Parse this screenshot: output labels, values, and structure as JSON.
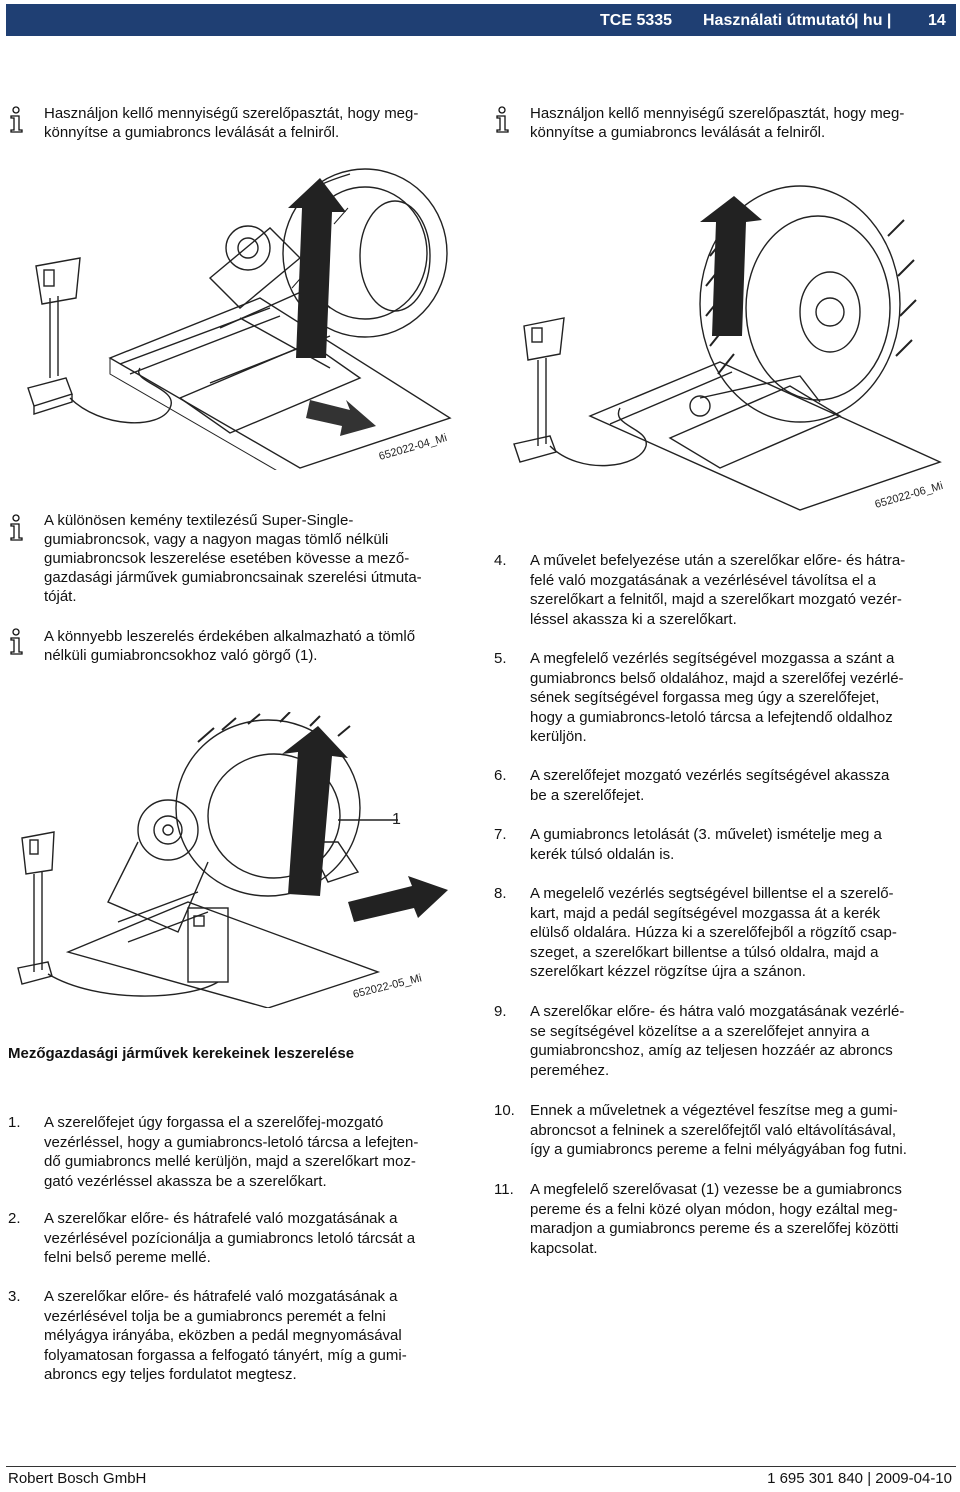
{
  "header": {
    "model": "TCE 5335",
    "title": "Használati útmutató",
    "lang": "| hu |",
    "page": "14"
  },
  "notes": {
    "left_top": {
      "line1": "Használjon kellő mennyiségű szerelőpasztát, hogy meg-",
      "line2": "könnyítse a gumiabroncs leválását a felniről."
    },
    "right_top": {
      "line1": "Használjon kellő mennyiségű szerelőpasztát, hogy meg-",
      "line2": "könnyítse a gumiabroncs leválását a felniről."
    },
    "super_single": {
      "line1": "A különösen kemény textilezésű Super-Single-",
      "line2": "gumiabroncsok, vagy a nagyon magas tömlő nélküli",
      "line3": "gumiabroncsok leszerelése esetében kövesse a mező-",
      "line4": "gazdasági járművek gumiabroncsainak szerelési útmuta-",
      "line5": "tóját."
    },
    "roller": {
      "line1": "A könnyebb leszerelés érdekében alkalmazható a tömlő",
      "line2": "nélküli gumiabroncsokhoz való görgő (1)."
    }
  },
  "figures": {
    "fig1_code": "652022-04_Mi",
    "fig2_code": "652022-06_Mi",
    "fig3_code": "652022-05_Mi",
    "fig3_callout": "1"
  },
  "section_heading": "Mezőgazdasági járművek kerekeinek leszerelése",
  "steps_left": [
    {
      "num": "1.",
      "lines": [
        "A szerelőfejet úgy forgassa el a szerelőfej-mozgató",
        "vezérléssel, hogy a gumiabroncs-letoló tárcsa a lefejten-",
        "dő gumiabroncs mellé kerüljön, majd a szerelőkart moz-",
        "gató vezérléssel akassza be a szerelőkart."
      ]
    },
    {
      "num": "2.",
      "lines": [
        "A szerelőkar előre- és hátrafelé való mozgatásának a",
        "vezérlésével pozícionálja a gumiabroncs letoló tárcsát a",
        "felni belső pereme mellé."
      ]
    },
    {
      "num": "3.",
      "lines": [
        "A szerelőkar előre- és hátrafelé való mozgatásának a",
        "vezérlésével tolja be a gumiabroncs peremét a felni",
        "mélyágya irányába, eközben a pedál megnyomásával",
        "folyamatosan forgassa a felfogató tányért, míg a gumi-",
        "abroncs egy teljes fordulatot megtesz."
      ]
    }
  ],
  "steps_right": [
    {
      "num": "4.",
      "lines": [
        "A művelet befelyezése után a szerelőkar előre- és hátra-",
        "felé való mozgatásának a vezérlésével távolítsa el a",
        "szerelőkart a felnitől, majd a szerelőkart mozgató vezér-",
        "léssel akassza ki a szerelőkart."
      ]
    },
    {
      "num": "5.",
      "lines": [
        "A megfelelő vezérlés segítségével mozgassa a szánt a",
        "gumiabroncs belső oldalához, majd a szerelőfej vezérlé-",
        "sének segítségével forgassa meg úgy a szerelőfejet,",
        "hogy a gumiabroncs-letoló tárcsa a lefejtendő oldalhoz",
        "kerüljön."
      ]
    },
    {
      "num": "6.",
      "lines": [
        "A szerelőfejet mozgató vezérlés segítségével akassza",
        "be a szerelőfejet."
      ]
    },
    {
      "num": "7.",
      "lines": [
        "A gumiabroncs letolását (3. művelet) ismételje meg a",
        "kerék túlsó oldalán is."
      ]
    },
    {
      "num": "8.",
      "lines": [
        "A megelelő vezérlés segtségével billentse el a szerelő-",
        "kart, majd a pedál segítségével mozgassa át a kerék",
        "elülső oldalára. Húzza ki a szerelőfejből a rögzítő csap-",
        "szeget, a szerelőkart billentse a túlsó oldalra, majd a",
        "szerelőkart kézzel rögzítse újra a szánon."
      ]
    },
    {
      "num": "9.",
      "lines": [
        "A szerelőkar előre- és hátra való mozgatásának vezérlé-",
        "se segítségével közelítse a a szerelőfejet annyira a",
        "gumiabroncshoz, amíg az teljesen hozzáér az abroncs",
        "pereméhez."
      ]
    },
    {
      "num": "10.",
      "lines": [
        "Ennek a műveletnek a végeztével feszítse meg a gumi-",
        "abroncsot a felninek a szerelőfejtől való eltávolításával,",
        "így a gumiabroncs pereme a felni mélyágyában fog futni."
      ]
    },
    {
      "num": "11.",
      "lines": [
        "A megfelelő szerelővasat (1) vezesse be a gumiabroncs",
        "pereme és a felni közé olyan módon, hogy ezáltal meg-",
        "maradjon a gumiabroncs pereme és a szerelőfej közötti",
        "kapcsolat."
      ]
    }
  ],
  "footer": {
    "company": "Robert Bosch GmbH",
    "docnum": "1 695 301 840",
    "sep": "|",
    "date": "2009-04-10"
  }
}
